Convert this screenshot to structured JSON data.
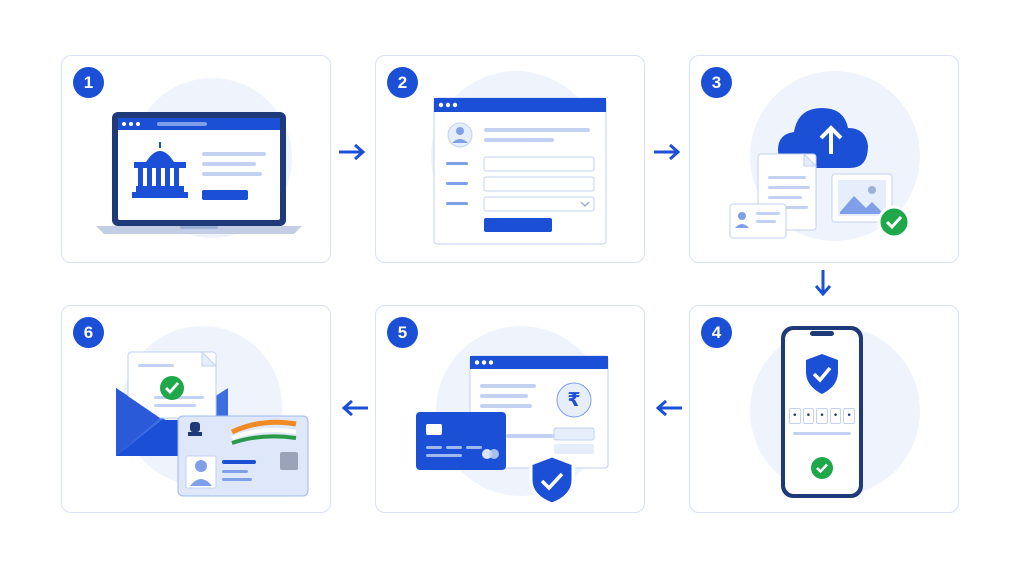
{
  "colors": {
    "primary": "#1a4fd6",
    "light": "#e6edfb",
    "line": "#c3d2f2",
    "success": "#1fa84a",
    "flag_orange": "#f08a24",
    "flag_green": "#2a9a4a"
  },
  "icons": [
    "arrow-right-icon",
    "arrow-down-icon",
    "arrow-left-icon",
    "government-building-icon",
    "user-icon",
    "upload-cloud-icon",
    "image-icon",
    "check-icon",
    "shield-icon",
    "rupee-icon",
    "credit-card-icon",
    "envelope-icon",
    "emblem-icon"
  ],
  "steps": [
    {
      "number": "1",
      "illustration": "laptop-government-portal"
    },
    {
      "number": "2",
      "illustration": "registration-form"
    },
    {
      "number": "3",
      "illustration": "document-upload-cloud"
    },
    {
      "number": "4",
      "illustration": "mobile-otp-verification"
    },
    {
      "number": "5",
      "illustration": "secure-fee-payment"
    },
    {
      "number": "6",
      "illustration": "card-delivered-envelope"
    }
  ],
  "otp": {
    "digits": [
      "•",
      "•",
      "•",
      "•",
      "•"
    ]
  },
  "payment": {
    "currency_symbol": "₹"
  }
}
